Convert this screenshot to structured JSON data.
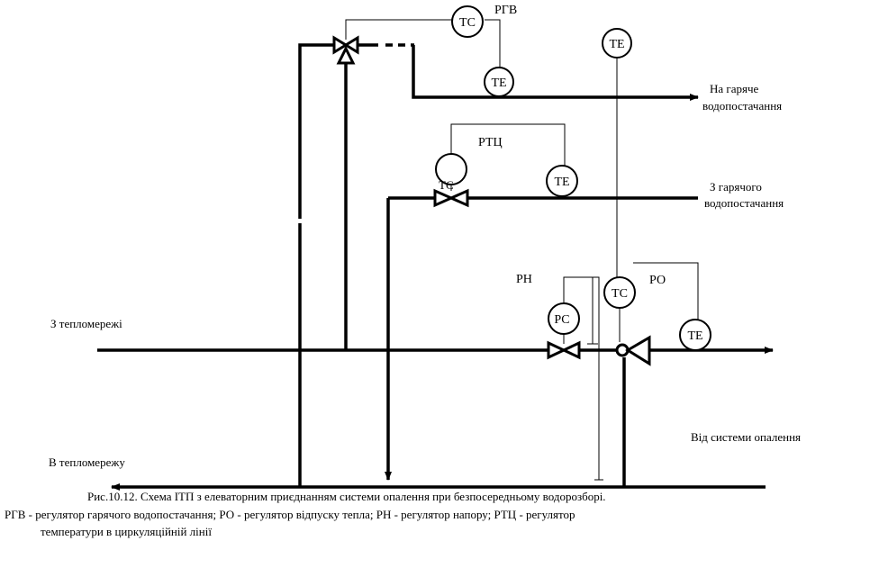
{
  "labels": {
    "rgv": "РГВ",
    "rtc": "РТЦ",
    "rn": "РН",
    "ro": "РО",
    "ts": "ТС",
    "te": "ТЕ",
    "rs": "РС"
  },
  "pipe_labels": {
    "hot_supply_out_1": "На гаряче",
    "hot_supply_out_2": "водопостачання",
    "hot_supply_in_1": "З гарячого",
    "hot_supply_in_2": "водопостачання",
    "from_network": "З тепломережі",
    "to_network": "В тепломережу",
    "from_heating": "Від системи опалення"
  },
  "caption": {
    "line1": "Рис.10.12.  Схема ІТП з елеваторним приєднанням системи опалення при безпосередньому водорозборі.",
    "line2": "РГВ - регулятор гарячого водопостачання; РО - регулятор відпуску тепла;  РН - регулятор напору; РТЦ - регулятор",
    "line3": "температури в циркуляційній лінії"
  }
}
